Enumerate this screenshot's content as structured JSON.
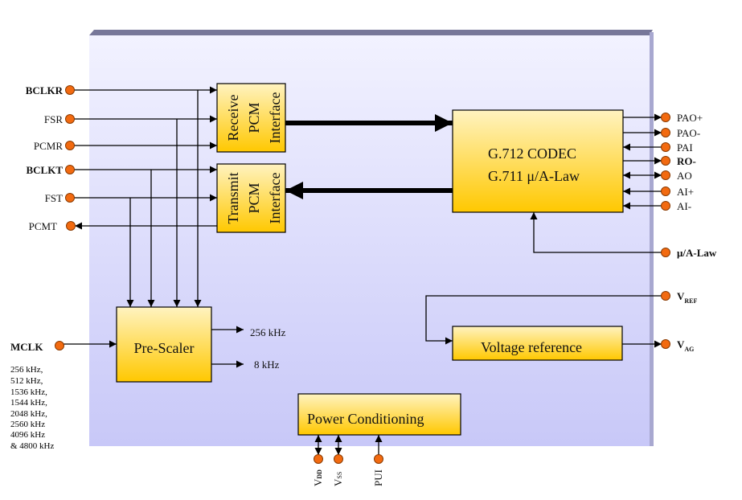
{
  "colors": {
    "pin": "#f26a10",
    "block_top": "#fff3c0",
    "block_bottom": "#ffc800",
    "body_top": "#f2f2ff",
    "body_bottom": "#c8c8f8"
  },
  "blocks": {
    "receive": [
      "Receive",
      "PCM",
      "Interface"
    ],
    "transmit": [
      "Transmit",
      "PCM",
      "Interface"
    ],
    "codec": [
      "G.712 CODEC",
      "G.711  μ/A-Law"
    ],
    "prescaler": "Pre-Scaler",
    "vref": "Voltage reference",
    "power": "Power Conditioning"
  },
  "left_pins": [
    "BCLKR",
    "FSR",
    "PCMR",
    "BCLKT",
    "FST",
    "PCMT"
  ],
  "mclk": {
    "label": "MCLK",
    "freqs": [
      "256 kHz,",
      "512 kHz,",
      "1536 kHz,",
      "1544 kHz,",
      "2048 kHz,",
      "2560 kHz",
      "4096 kHz",
      "& 4800 kHz"
    ]
  },
  "prescaler_outputs": [
    "256 kHz",
    "8 kHz"
  ],
  "right_pins": [
    "PAO+",
    "PAO-",
    "PAI",
    "RO-",
    "AO",
    "AI+",
    "AI-"
  ],
  "law_pin": "μ/A-Law",
  "vref_pin": {
    "main": "V",
    "sub": "REF"
  },
  "vag_pin": {
    "main": "V",
    "sub": "AG"
  },
  "bottom_pins": [
    {
      "main": "V",
      "sub": "DD"
    },
    {
      "main": "V",
      "sub": "SS"
    },
    {
      "main": "PUI",
      "sub": ""
    }
  ]
}
